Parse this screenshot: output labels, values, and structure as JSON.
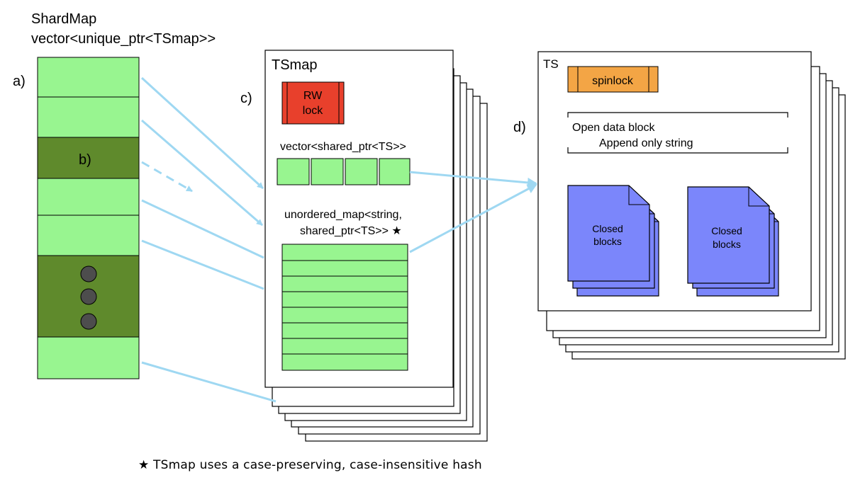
{
  "shardmap": {
    "title": "ShardMap",
    "type_label": "vector<unique_ptr<TSmap>>",
    "marker_a": "a)",
    "marker_b": "b)"
  },
  "tsmap": {
    "title": "TSmap",
    "marker_c": "c)",
    "lock_line1": "RW",
    "lock_line2": "lock",
    "vector_label": "vector<shared_ptr<TS>>",
    "map_label_line1": "unordered_map<string,",
    "map_label_line2": "shared_ptr<TS>> ★"
  },
  "ts": {
    "title": "TS",
    "marker_d": "d)",
    "spinlock_label": "spinlock",
    "open_block_line1": "Open data block",
    "open_block_line2": "Append only string",
    "closed_blocks": [
      {
        "line1": "Closed",
        "line2": "blocks"
      },
      {
        "line1": "Closed",
        "line2": "blocks"
      }
    ]
  },
  "footnote": "★ TSmap uses a case-preserving, case-insensitive hash",
  "colors": {
    "light_green": "#98f590",
    "dark_green": "#5f8a2c",
    "arrow_blue": "#9fd8f2",
    "rw_lock_red": "#e8402c",
    "spinlock_orange": "#f3a545",
    "closed_block_blue": "#7b86fb",
    "dot_gray": "#4d4d4d"
  }
}
